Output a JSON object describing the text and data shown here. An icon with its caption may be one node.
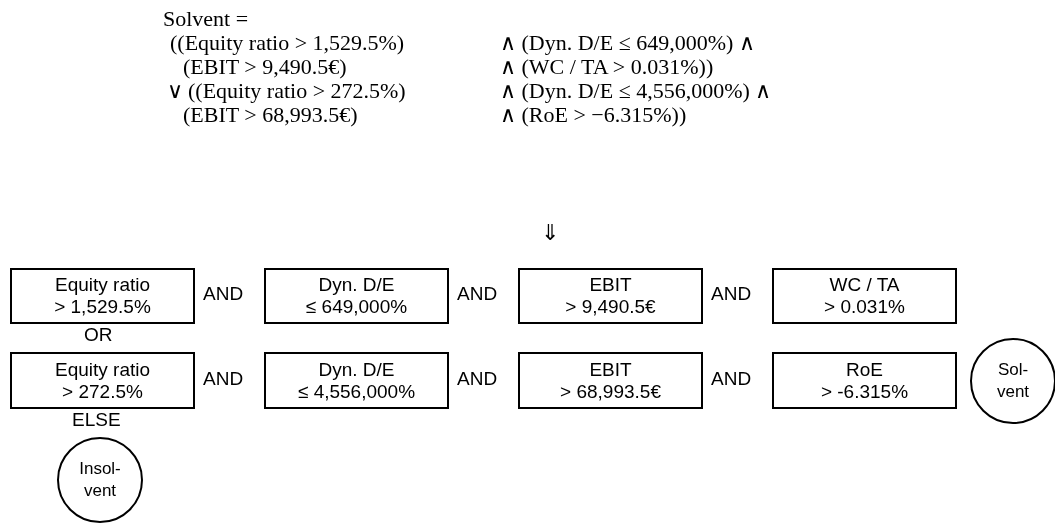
{
  "diagram": {
    "nodes": [
      {
        "text": [
          "Equity ratio",
          "> 1,529.5%"
        ]
      },
      {
        "text": [
          "Dyn. D/E",
          "≤ 649,000%"
        ]
      },
      {
        "text": [
          "EBIT",
          "> 9,490.5€"
        ]
      },
      {
        "text": [
          "WC / TA",
          "> 0.031%"
        ]
      },
      {
        "text": [
          "Equity ratio",
          "> 272.5%"
        ]
      },
      {
        "text": [
          "Dyn. D/E",
          "≤ 4,556,000%"
        ]
      },
      {
        "text": [
          "EBIT",
          "> 68,993.5€"
        ]
      },
      {
        "text": [
          "RoE",
          "> -6.315%"
        ]
      },
      {
        "text": [
          "Sol- vent"
        ]
      },
      {
        "text": [
          "Insol- vent"
        ]
      }
    ],
    "labels": [
      "Solvent =",
      "((Equity ratio > 1,529.5%)",
      "∧ (Dyn. D/E ≤ 649,000%) ∧",
      "(EBIT > 9,490.5€)",
      "∧ (WC / TA > 0.031%))",
      "∨",
      "((Equity ratio > 272.5%)",
      "∧ (Dyn. D/E ≤ 4,556,000%) ∧",
      "(EBIT > 68,993.5€)",
      "∧ (RoE > −6.315%))",
      "⇓",
      "AND",
      "AND",
      "AND",
      "OR",
      "AND",
      "AND",
      "AND",
      "ELSE"
    ]
  }
}
